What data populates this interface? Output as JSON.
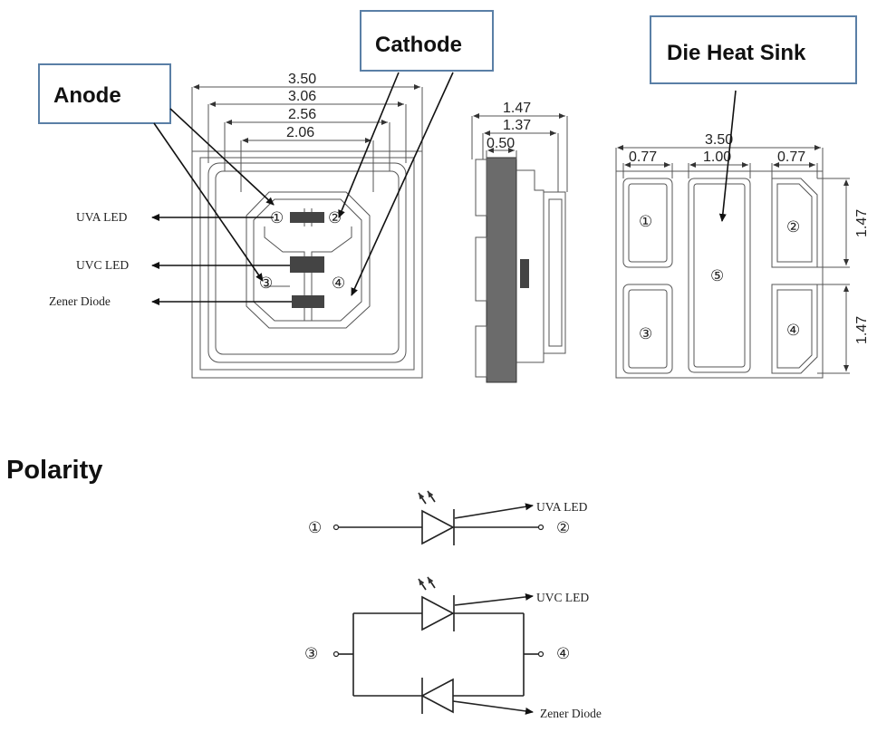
{
  "callouts": {
    "anode": "Anode",
    "cathode": "Cathode",
    "die_heat_sink": "Die Heat Sink"
  },
  "top_view": {
    "dims": [
      "3.50",
      "3.06",
      "2.56",
      "2.06"
    ],
    "pins": [
      "①",
      "②",
      "③",
      "④"
    ],
    "labels": {
      "uva": "UVA LED",
      "uvc": "UVC LED",
      "zener": "Zener Diode"
    }
  },
  "side_view": {
    "dims": [
      "1.47",
      "1.37",
      "0.50"
    ]
  },
  "bottom_view": {
    "dims": {
      "overall": "3.50",
      "left": "0.77",
      "center": "1.00",
      "right": "0.77",
      "upper_pad_height": "1.47",
      "lower_pad_height": "1.47"
    },
    "pads": [
      "①",
      "②",
      "③",
      "④",
      "⑤"
    ]
  },
  "polarity": {
    "heading": "Polarity",
    "circuit1": {
      "left_pin": "①",
      "right_pin": "②",
      "label": "UVA LED"
    },
    "circuit2": {
      "left_pin": "③",
      "right_pin": "④",
      "label_top": "UVC LED",
      "label_bottom": "Zener Diode"
    }
  },
  "colors": {
    "line": "#555555",
    "callout_border": "#5a7fa6",
    "chip": "#444444",
    "side_body": "#6b6b6b"
  }
}
